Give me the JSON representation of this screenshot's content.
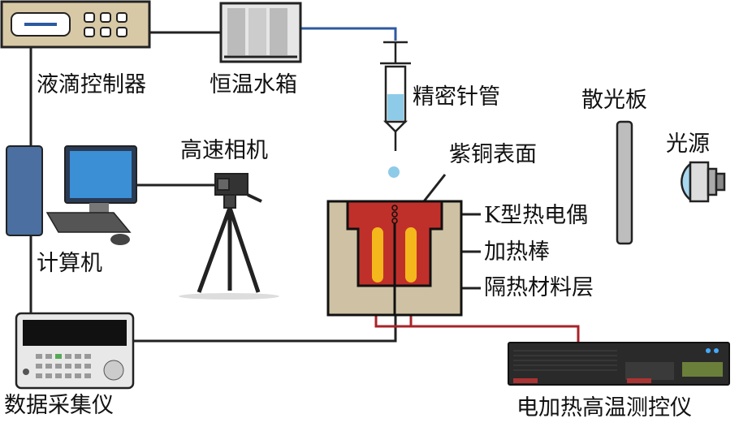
{
  "labels": {
    "droplet_controller": "液滴控制器",
    "water_bath": "恒温水箱",
    "syringe": "精密针管",
    "diffuser": "散光板",
    "light_source": "光源",
    "camera": "高速相机",
    "copper_surface": "紫铜表面",
    "thermocouple": "K型热电偶",
    "heater_rod": "加热棒",
    "insulation": "隔热材料层",
    "computer": "计算机",
    "daq": "数据采集仪",
    "heater_controller": "电加热高温测控仪"
  },
  "colors": {
    "copper": "#c0302a",
    "heater": "#f5b81c",
    "insulation": "#cfc2a4",
    "wire_red": "#a8232a",
    "pipe_blue": "#2c5aa0",
    "droplet": "#8ecbe8"
  }
}
